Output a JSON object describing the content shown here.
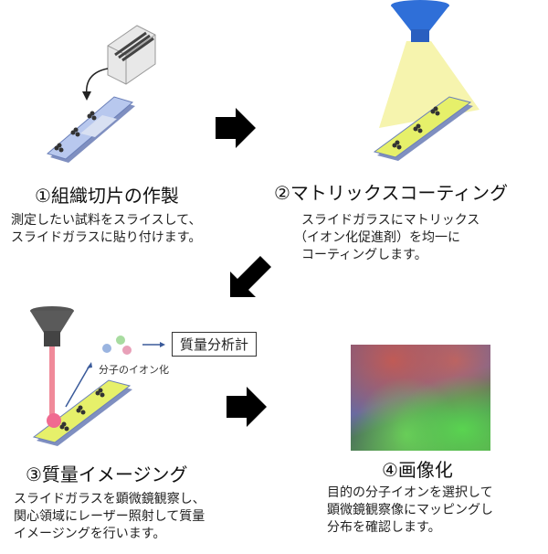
{
  "steps": [
    {
      "title": "①組織切片の作製",
      "desc": [
        "測定したい試料をスライスして、",
        "スライドガラスに貼り付けます。"
      ]
    },
    {
      "title": "②マトリックスコーティング",
      "desc": [
        "スライドガラスにマトリックス",
        "（イオン化促進剤）を均一に",
        "コーティングします。"
      ]
    },
    {
      "title": "③質量イメージング",
      "desc": [
        "スライドガラスを顕微鏡観察し、",
        "関心領域にレーザー照射して質量",
        "イメージングを行います。"
      ]
    },
    {
      "title": "④画像化",
      "desc": [
        "目的の分子イオンを選択して",
        "顕微鏡観察像にマッピングし",
        "分布を確認します。"
      ]
    }
  ],
  "labels": {
    "mass_spectrometer": "質量分析計",
    "ionization": "分子のイオン化"
  },
  "colors": {
    "slide": "#9fb6e6",
    "matrix": "#e6f06a",
    "laser": "#f08a9a",
    "coating_nozzle": "#2f6fd8",
    "arrow": "#000000"
  }
}
